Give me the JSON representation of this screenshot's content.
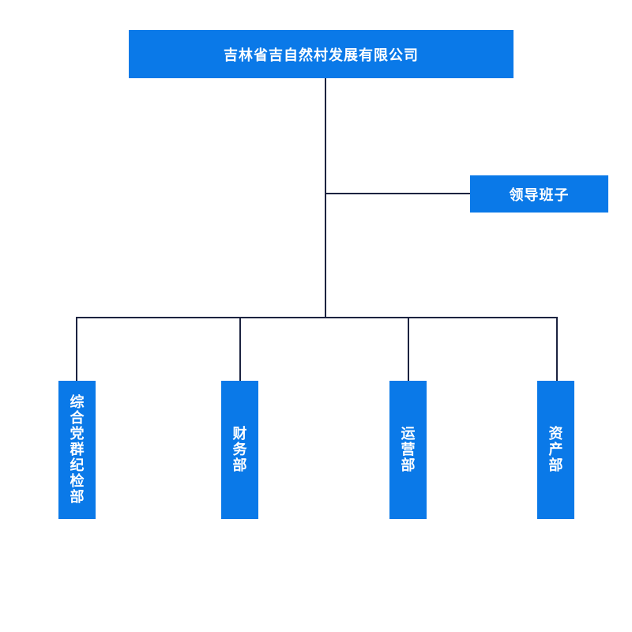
{
  "org_chart": {
    "root": "吉林省吉自然村发展有限公司",
    "leadership": "领导班子",
    "departments": [
      "综合党群纪检部",
      "财务部",
      "运营部",
      "资产部"
    ]
  },
  "colors": {
    "box_fill": "#0a79e8",
    "box_text": "#ffffff",
    "connector": "#1c2340"
  }
}
